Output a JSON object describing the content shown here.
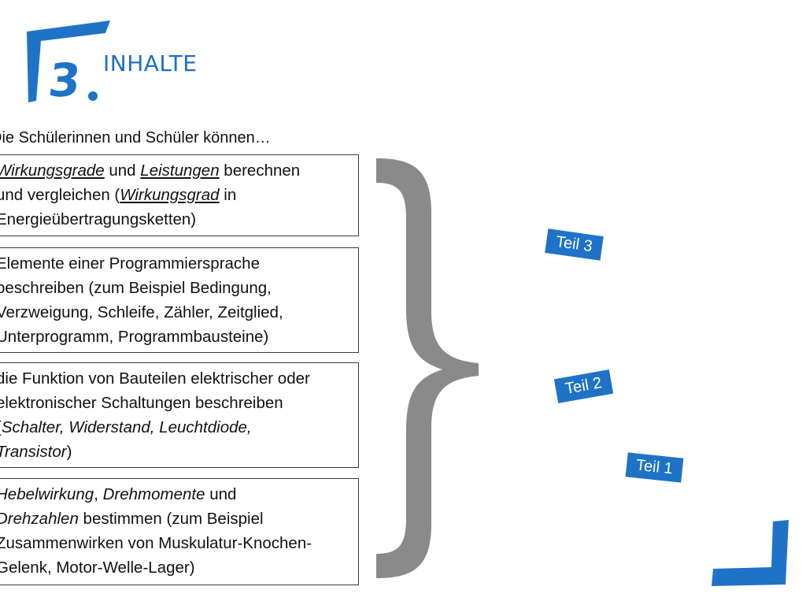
{
  "header": {
    "logo_digit": "3",
    "title": "INHALTE"
  },
  "intro": "Die Schülerinnen und Schüler können…",
  "boxes": [
    {
      "line1_a": "Wirkungsgrade",
      "line1_b": " und ",
      "line1_c": "Leistungen",
      "line1_d": " berechnen",
      "line2_a": "und vergleichen (",
      "line2_b": "Wirkungsgrad",
      "line2_c": " in",
      "line3": "Energieübertragungsketten)"
    },
    {
      "line1": "Elemente einer Programmiersprache",
      "line2": "beschreiben (zum Beispiel Bedingung,",
      "line3": "Verzweigung, Schleife, Zähler, Zeitglied,",
      "line4": "Unterprogramm, Programmbausteine)"
    },
    {
      "line1": "die Funktion von Bauteilen elektrischer oder",
      "line2": "elektronischer Schaltungen beschreiben",
      "line3_a": "(",
      "line3_b": "Schalter, Widerstand, Leuchtdiode,",
      "line4_a": "Transistor",
      "line4_b": ")"
    },
    {
      "line1_a": "Hebelwirkung",
      "line1_b": ", ",
      "line1_c": "Drehmomente",
      "line1_d": " und",
      "line2_a": "Drehzahlen",
      "line2_b": " bestimmen (zum Beispiel",
      "line3": "Zusammenwirken von Muskulatur-Knochen-",
      "line4": "Gelenk, Motor-Welle-Lager)"
    }
  ],
  "tags": [
    {
      "label": "Teil 3",
      "rotation_deg": 8
    },
    {
      "label": "Teil 2",
      "rotation_deg": -10
    },
    {
      "label": "Teil 1",
      "rotation_deg": 6
    }
  ],
  "colors": {
    "accent": "#1f73c7",
    "brace": "#8a8a8a",
    "text": "#111111"
  }
}
